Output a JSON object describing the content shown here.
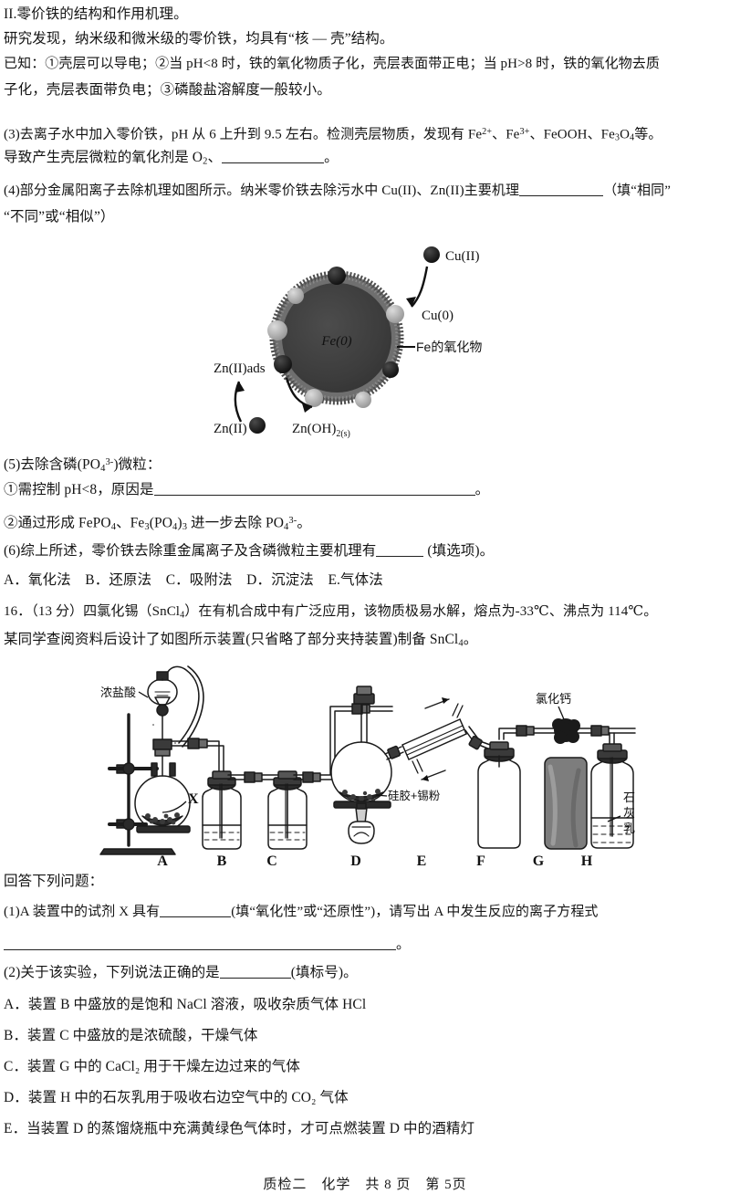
{
  "document": {
    "section_heading": "II.零价铁的结构和作用机理。",
    "paragraphs": {
      "p1": "研究发现，纳米级和微米级的零价铁，均具有“核 — 壳”结构。",
      "p2a": "已知：①壳层可以导电；②当 pH<8 时，铁的氧化物质子化，壳层表面带正电；当 pH>8 时，铁的氧化物去质",
      "p2b": "子化，壳层表面带负电；③磷酸盐溶解度一般较小。"
    },
    "q3": {
      "line1_pre": "(3)去离子水中加入零价铁，pH 从 6 上升到 9.5 左右。检测壳层物质，发现有 Fe",
      "line1_sup1": "2+",
      "line1_mid1": "、Fe",
      "line1_sup2": "3+",
      "line1_mid2": "、FeOOH、Fe",
      "line1_sub1": "3",
      "line1_mid3": "O",
      "line1_sub2": "4",
      "line1_end": "等。",
      "line2_pre": "导致产生壳层微粒的氧化剂是 O",
      "line2_sub": "2",
      "line2_post": "、",
      "line2_end": "。"
    },
    "q4": {
      "line1": "(4)部分金属阳离子去除机理如图所示。纳米零价铁去除污水中 Cu(II)、Zn(II)主要机理",
      "line1_tail": "（填“相同”",
      "line2": "“不同”或“相似”）"
    },
    "q5": {
      "heading_pre": "(5)去除含磷(PO",
      "heading_sub": "4",
      "heading_sup": "3-",
      "heading_post": ")微粒：",
      "item1_pre": "①需控制 pH<8，原因是",
      "item1_end": "。",
      "item2_pre": "②通过形成 FePO",
      "item2_sub1": "4",
      "item2_mid1": "、Fe",
      "item2_sub2": "3",
      "item2_mid2": "(PO",
      "item2_sub3": "4",
      "item2_mid3": ")",
      "item2_sub4": "3",
      "item2_mid4": " 进一步去除 PO",
      "item2_sub5": "4",
      "item2_sup5": "3-",
      "item2_end": "。"
    },
    "q6": {
      "line_pre": "(6)综上所述，零价铁去除重金属离子及含磷微粒主要机理有",
      "line_post": " (填选项)。",
      "options": "A．氧化法　B．还原法　C．吸附法　D．沉淀法　E.气体法"
    },
    "q16": {
      "line1_pre": "16．（13 分）四氯化锡（SnCl",
      "line1_sub": "4",
      "line1_post": "）在有机合成中有广泛应用，该物质极易水解，熔点为-33℃、沸点为 114℃。",
      "line2_pre": "某同学查阅资料后设计了如图所示装置(只省略了部分夹持装置)制备 SnCl",
      "line2_sub": "4",
      "line2_post": "。"
    },
    "answer_prompt": "回答下列问题：",
    "q16_1": {
      "pre": "(1)A 装置中的试剂 X 具有",
      "mid": "(填“氧化性”或“还原性”)，请写出 A 中发生反应的离子方程式",
      "line2_end": "。"
    },
    "q16_2": {
      "pre": "(2)关于该实验，下列说法正确的是",
      "post": "(填标号)。",
      "options": [
        "A．装置 B 中盛放的是饱和 NaCl 溶液，吸收杂质气体 HCl",
        "B．装置 C 中盛放的是浓硫酸，干燥气体",
        "C．装置 G 中的 CaCl₂ 用于干燥左边过来的气体",
        "D．装置 H 中的石灰乳用于吸收右边空气中的 CO₂ 气体",
        "E．当装置 D 的蒸馏烧瓶中充满黄绿色气体时，才可点燃装置 D 中的酒精灯"
      ]
    },
    "footer": "质检二　化学　共 8 页　第 5页"
  },
  "figure_nano": {
    "caption_labels": {
      "cu2": "Cu(II)",
      "cu0": "Cu(0)",
      "fe0": "Fe(0)",
      "fe_oxide": "Fe的氧化物",
      "zn2_ads": "Zn(II)ads",
      "zn2": "Zn(II)",
      "zn_oh": "Zn(OH)",
      "zn_oh_sub": "2(s)"
    },
    "colors": {
      "core": "#3c3c3c",
      "shell": "#6e6e6e",
      "dark_dot": "#1c1c1c",
      "light_dot": "#b9b9b9"
    }
  },
  "figure_apparatus": {
    "letters": [
      "A",
      "B",
      "C",
      "D",
      "E",
      "F",
      "G",
      "H"
    ],
    "labels": {
      "hcl": "浓盐酸",
      "reagent_x": "X",
      "silica_tin": "硅胶+锡粉",
      "cacl2": "氯化钙",
      "lime_milk": "石灰乳"
    },
    "colors": {
      "glass_line": "#1b1b1b",
      "solid_fill": "#2a2a2a",
      "bottle_g_fill": "#7d7d7d",
      "liquid_line": "#333333"
    }
  }
}
